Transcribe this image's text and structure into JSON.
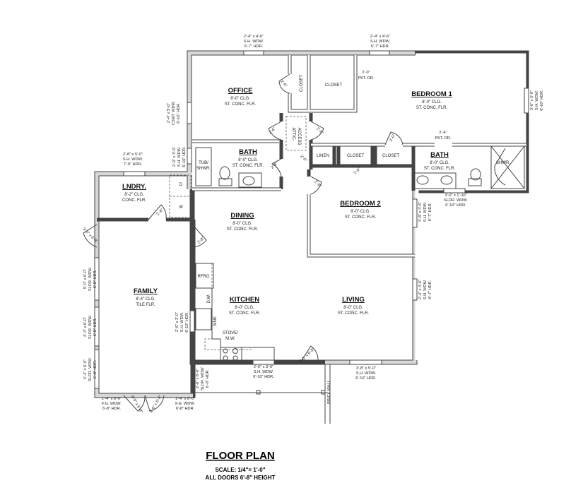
{
  "title": {
    "heading": "FLOOR PLAN",
    "scale": "SCALE: 1/4\"= 1'-0\"",
    "doors_note": "ALL DOORS 6'-8\" HEIGHT"
  },
  "rooms": {
    "office": {
      "name": "OFFICE",
      "ceiling": "8'-0\" CLG.",
      "floor": "ST. CONC. FLR."
    },
    "bedroom1": {
      "name": "BEDROOM 1",
      "ceiling": "8'-0\" CLG.",
      "floor": "ST. CONC. FLR."
    },
    "bath1": {
      "name": "BATH",
      "ceiling": "8'-0\" CLG.",
      "floor": "ST. CONC. FLR."
    },
    "bath2": {
      "name": "BATH",
      "ceiling": "8'-0\" CLG.",
      "floor": "ST. CONC. FLR."
    },
    "laundry": {
      "name": "LNDRY.",
      "ceiling": "8'-2\" CLG.",
      "floor": "CONC. FLR."
    },
    "family": {
      "name": "FAMILY",
      "ceiling": "8'-4\" CLG.",
      "floor": "TILE FLR."
    },
    "dining": {
      "name": "DINING",
      "ceiling": "8'-0\" CLG.",
      "floor": "ST. CONC. FLR."
    },
    "bedroom2": {
      "name": "BEDROOM 2",
      "ceiling": "8'-0\" CLG.",
      "floor": "ST. CONC. FLR."
    },
    "kitchen": {
      "name": "KITCHEN",
      "ceiling": "8'-0\" CLG.",
      "floor": "ST. CONC. FLR."
    },
    "living": {
      "name": "LIVING",
      "ceiling": "8'-0\" CLG.",
      "floor": "ST. CONC. FLR."
    }
  },
  "spaces": {
    "closet_office": "CLOSET",
    "closet_bed1": "CLOSET",
    "linen": "LINEN",
    "closet_a": "CLOSET",
    "closet_b": "CLOSET",
    "attic": "ATTIC-",
    "attic2": "ACCESS"
  },
  "fixtures": {
    "tub1": "TUB/",
    "tub2": "SHWR.",
    "shower": "SHWR.",
    "dryer": "D",
    "washer": "W",
    "fridge": "RFRG",
    "dishwasher": "D.W.",
    "sink": "SINK",
    "stove1": "STOVE/",
    "stove2": "M.W.",
    "brick": "BRICK WALL"
  },
  "pocket_doors": [
    {
      "size": "2'-0\"",
      "type": "PKT. DR."
    },
    {
      "size": "2'-4\"",
      "type": "PKT. DR."
    }
  ],
  "windows": [
    {
      "lines": [
        "2'-4\" x 4'-6\"",
        "S.H. WDW.",
        "6'-7\" HDR."
      ]
    },
    {
      "lines": [
        "2'-4\" x 4'-6\"",
        "S.H. WDW.",
        "6'-7\" HDR."
      ]
    },
    {
      "lines": [
        "2'-4\" x 5'-0\"",
        "CSMT. WDW.",
        "6'-10\" HDR."
      ]
    },
    {
      "lines": [
        "2'-0\" x 3'-0\"",
        "S.H. WDW.",
        "6'-10\" HDR."
      ]
    },
    {
      "lines": [
        "2'-8\" x 5'-0\"",
        "S.H. WDW.",
        "7'-0\" HDR."
      ]
    },
    {
      "lines": [
        "3'-0\" x 5'-0\"",
        "S.H. WDW.",
        "6'-10\" HDR."
      ]
    },
    {
      "lines": [
        "3'-0\" x 1'-10\"",
        "SLDR. WDW.",
        "6'-10\" HDR."
      ]
    },
    {
      "lines": [
        "3'-8\" x 4'-6\"",
        "S.H. WDW.",
        "6'-7\" HDR."
      ]
    },
    {
      "lines": [
        "2'-4\" x 4'-6\"",
        "S.H. WDW.",
        "6'-7\" HDR."
      ]
    },
    {
      "lines": [
        "3'-8\" x 5'-0\"",
        "S.H. WDW.",
        "6'-10\" HDR."
      ]
    },
    {
      "lines": [
        "2'-6\" x 3'-0\"",
        "S.H. WDW.",
        "6'-10\" HDR."
      ]
    },
    {
      "lines": [
        "2'-6\" x 3'-0\"",
        "S.H. WDW.",
        "6'-10\" HDR."
      ]
    },
    {
      "lines": [
        "2'-6\" x 6'-0\"",
        "SLDR. WDW.",
        "6'-8\" HDR."
      ]
    },
    {
      "lines": [
        "5'-0\" x 6'-0\"",
        "SLDR. WDW.",
        "6'-8\" HDR."
      ]
    },
    {
      "lines": [
        "4'-4\" x 6'-0\"",
        "SLDR. WDW.",
        "6'-8\" HDR."
      ]
    },
    {
      "lines": [
        "4'-4\" x 6'-0\"",
        "SLDR. WDW.",
        "6'-8\" HDR."
      ]
    },
    {
      "lines": [
        "1'-4\" x 6'-0\"",
        "F.G. WDW.",
        "6'-8\" HDR."
      ]
    },
    {
      "lines": [
        "1'-4\" x 6'-0\"",
        "F.G. WDW.",
        "6'-8\" HDR."
      ]
    }
  ],
  "doors": [
    "2'-6\"",
    "2'-6\"",
    "2'-6\"",
    "2'-6\"",
    "2'-0\"",
    "2'-0\"",
    "2'-0\"",
    "2'-6\"",
    "2'-8\"",
    "2'-8\"",
    "3'-0\" x 6'-8\"",
    "3'-0\" x 6'-8\"",
    "3'-0\" x 6'-8\"",
    "3'-0\" x 6'-8\""
  ]
}
